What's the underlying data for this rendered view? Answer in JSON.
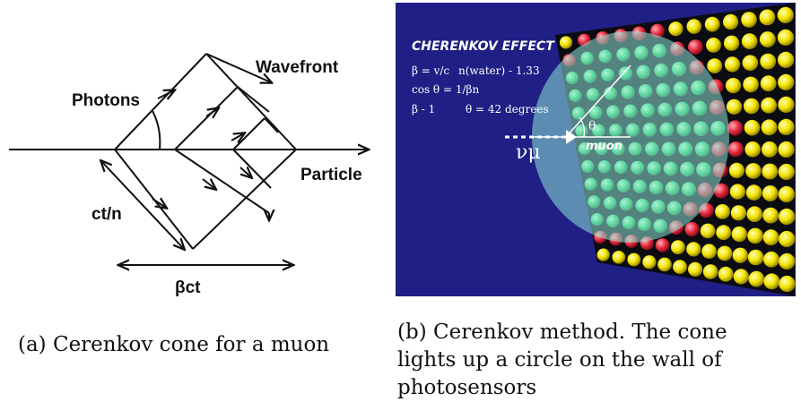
{
  "diagram_a": {
    "labels": {
      "wavefront": "Wavefront",
      "photons": "Photons",
      "particle": "Particle",
      "ctn": "ct/n",
      "bct": "βct"
    }
  },
  "panel_b": {
    "title": "CHERENKOV EFFECT",
    "line1a": "β = v/c",
    "line1b": "n(water) - 1.33",
    "line2": "cos θ = 1/βn",
    "line3a": "β - 1",
    "line3b": "θ = 42 degrees",
    "numu": "νμ",
    "muon": "muon",
    "theta": "θ",
    "colors": {
      "background": "#1f1f86",
      "sensor_off": "#f2e200",
      "sensor_ring": "#e6283c",
      "sensor_lit": "#2fd060",
      "cone": "#8fe6d8"
    }
  },
  "captions": {
    "a": "(a) Cerenkov cone for a muon",
    "b": "(b) Cerenkov method.  The cone lights up a circle on the wall of photosensors"
  }
}
